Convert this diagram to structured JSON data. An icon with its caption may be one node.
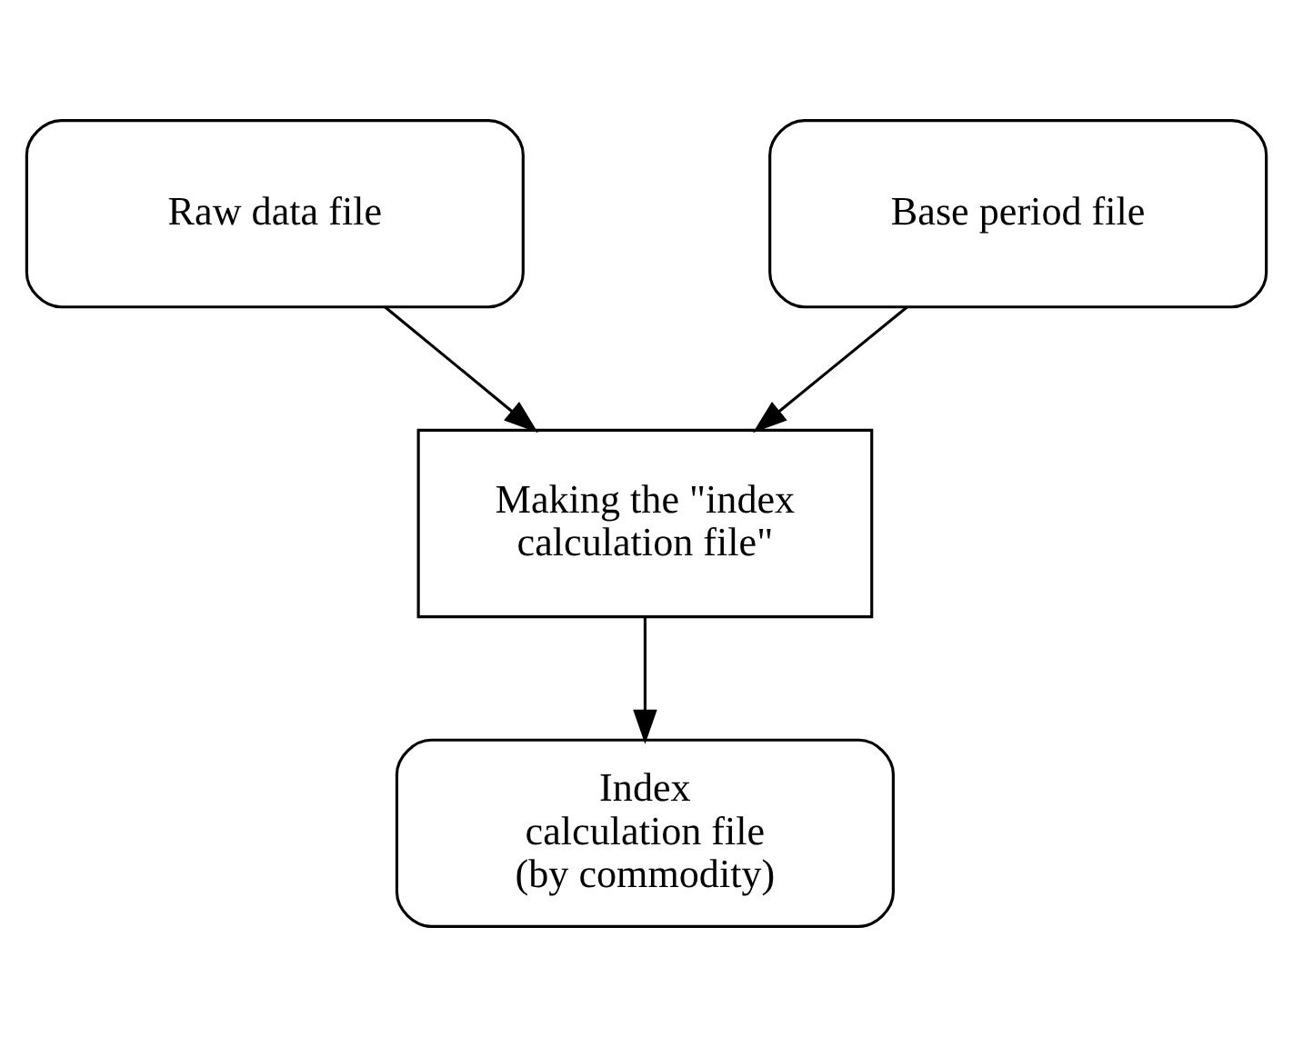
{
  "diagram": {
    "nodes": [
      {
        "text": [
          "Raw data file"
        ]
      },
      {
        "text": [
          "Base period file"
        ]
      },
      {
        "text": [
          "Making the \"index calculation file\""
        ]
      },
      {
        "text": [
          "Index calculation file (by commodity)"
        ]
      }
    ],
    "edges": [
      {
        "from": 0,
        "to": 2,
        "arrow": "to"
      },
      {
        "from": 1,
        "to": 2,
        "arrow": "to"
      },
      {
        "from": 2,
        "to": 3,
        "arrow": "to"
      }
    ]
  }
}
